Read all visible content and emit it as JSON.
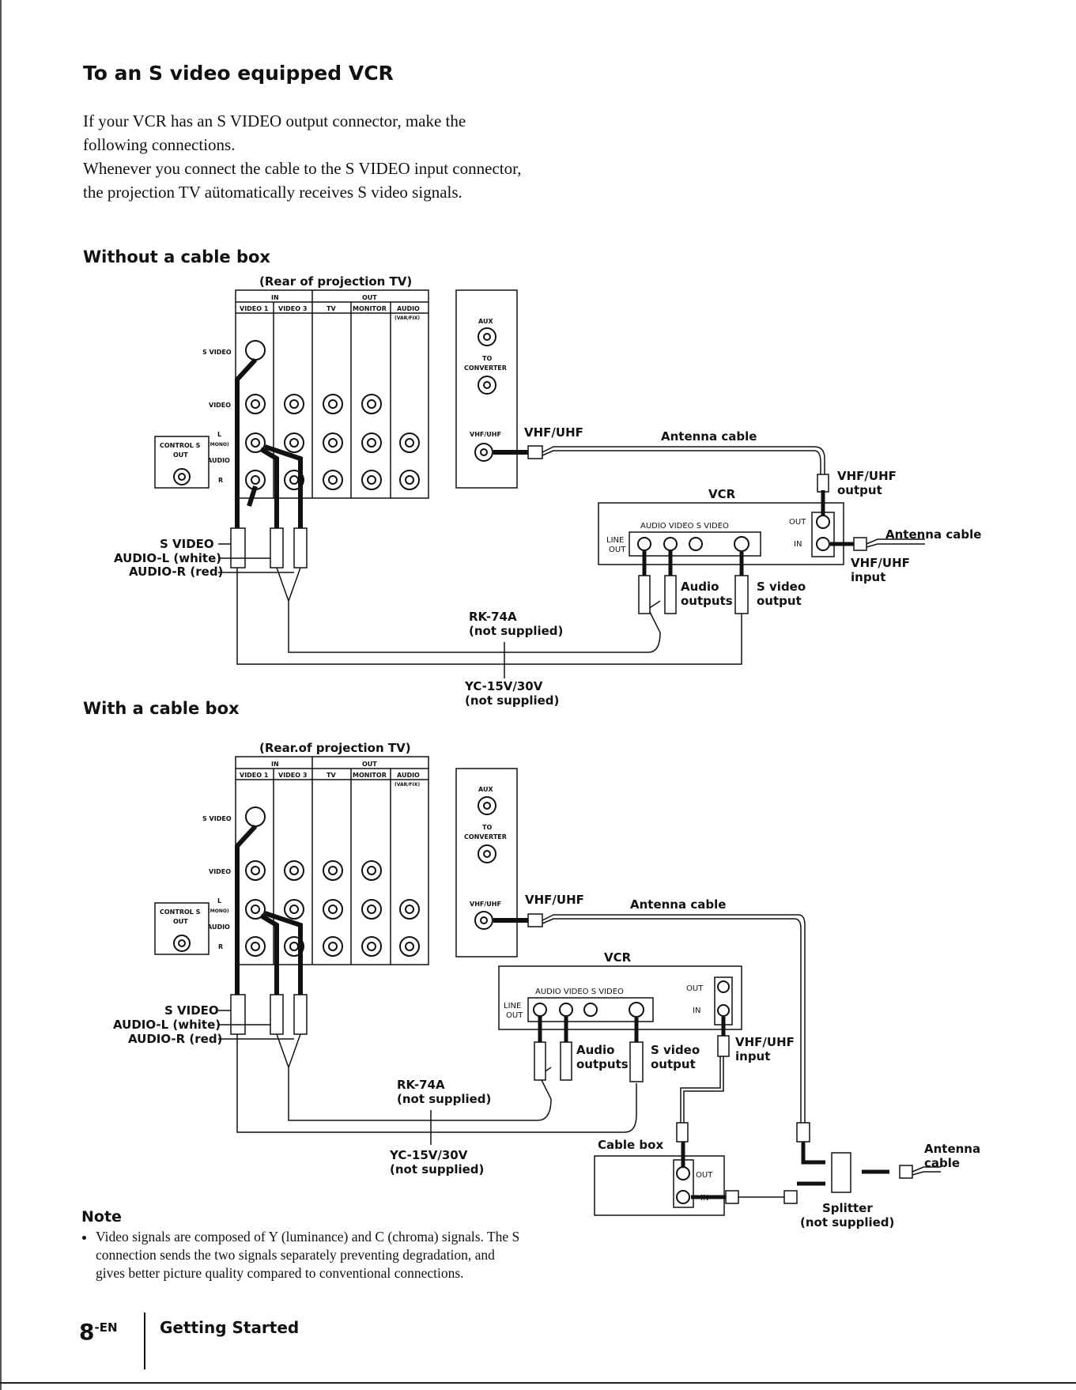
{
  "heading": "To an S video equipped VCR",
  "intro": [
    "If your VCR has an S VIDEO output connector, make the following connections.",
    "Whenever you connect the cable to the S VIDEO input connector, the projection TV aütomatically receives S video signals."
  ],
  "diagram1": {
    "subhead": "Without a cable box",
    "rear_tv": "(Rear of projection TV)",
    "in": "IN",
    "out": "OUT",
    "video1": "VIDEO 1",
    "video3": "VIDEO 3",
    "tv": "TV",
    "monitor": "MONITOR",
    "audio": "AUDIO",
    "varfix": "(VAR/FIX)",
    "s_video_row": "S VIDEO",
    "video_row": "VIDEO",
    "l": "L",
    "mono": "(MONO)",
    "audio_row": "AUDIO",
    "r": "R",
    "control_s": "CONTROL S",
    "control_s_out": "OUT",
    "aux": "AUX",
    "to": "TO",
    "converter": "CONVERTER",
    "vhf_uhf_small": "VHF/UHF",
    "vhf_uhf": "VHF/UHF",
    "antenna_cable": "Antenna cable",
    "vhf_uhf_output_1": "VHF/UHF",
    "vhf_uhf_output_2": "output",
    "vcr": "VCR",
    "vcr_panel": "AUDIO  VIDEO  S VIDEO",
    "line": "LINE",
    "line_out": "OUT",
    "vcr_out": "OUT",
    "vcr_in": "IN",
    "antenna_cable_2": "Antenna cable",
    "vhf_uhf_input_1": "VHF/UHF",
    "vhf_uhf_input_2": "input",
    "s_video_plug": "S VIDEO",
    "audio_l": "AUDIO-L (white)",
    "audio_r": "AUDIO-R (red)",
    "audio_outputs_1": "Audio",
    "audio_outputs_2": "outputs",
    "s_video_output_1": "S video",
    "s_video_output_2": "output",
    "rk74a": "RK-74A",
    "rk74a_ns": "(not supplied)",
    "yc15v": "YC-15V/30V",
    "yc15v_ns": "(not supplied)"
  },
  "diagram2": {
    "subhead": "With a cable box",
    "rear_tv": "(Rear.of projection TV)",
    "in": "IN",
    "out": "OUT",
    "video1": "VIDEO 1",
    "video3": "VIDEO 3",
    "tv": "TV",
    "monitor": "MONITOR",
    "audio": "AUDIO",
    "varfix": "(VAR/FIX)",
    "s_video_row": "S VIDEO",
    "video_row": "VIDEO",
    "l": "L",
    "mono": "(MONO)",
    "audio_row": "AUDIO",
    "r": "R",
    "control_s": "CONTROL S",
    "control_s_out": "OUT",
    "aux": "AUX",
    "to": "TO",
    "converter": "CONVERTER",
    "vhf_uhf_small": "VHF/UHF",
    "vhf_uhf": "VHF/UHF",
    "antenna_cable": "Antenna cable",
    "vcr": "VCR",
    "vcr_panel": "AUDIO  VIDEO  S VIDEO",
    "line": "LINE",
    "line_out": "OUT",
    "vcr_out": "OUT",
    "vcr_in": "IN",
    "vhf_uhf_input_1": "VHF/UHF",
    "vhf_uhf_input_2": "input",
    "s_video_plug": "S VIDEO",
    "audio_l": "AUDIO-L (white)",
    "audio_r": "AUDIO-R (red)",
    "audio_outputs_1": "Audio",
    "audio_outputs_2": "outputs",
    "s_video_output_1": "S video",
    "s_video_output_2": "output",
    "rk74a": "RK-74A",
    "rk74a_ns": "(not supplied)",
    "yc15v": "YC-15V/30V",
    "yc15v_ns": "(not supplied)",
    "cable_box": "Cable box",
    "cb_out": "OUT",
    "cb_in": "IN",
    "antenna_1": "Antenna",
    "antenna_2": "cable",
    "splitter": "Splitter",
    "splitter_ns": "(not supplied)"
  },
  "note": {
    "title": "Note",
    "body": "Video signals are composed of Y (luminance) and C (chroma) signals. The S connection sends the two signals separately preventing degradation, and gives better picture quality compared to conventional connections."
  },
  "footer": {
    "page": "8",
    "page_suffix": "-EN",
    "section": "Getting Started"
  }
}
